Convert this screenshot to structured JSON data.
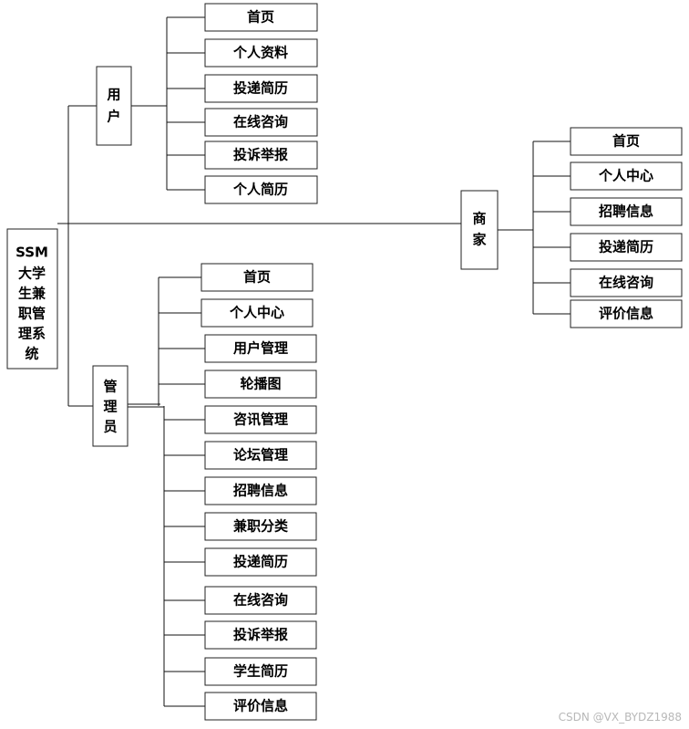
{
  "root": {
    "label_lines": [
      "SSM",
      "大学",
      "生兼",
      "职管",
      "理系",
      "统"
    ]
  },
  "user": {
    "label_lines": [
      "用",
      "户"
    ],
    "items": [
      "首页",
      "个人资料",
      "投递简历",
      "在线咨询",
      "投诉举报",
      "个人简历"
    ]
  },
  "merchant": {
    "label_lines": [
      "商",
      "家"
    ],
    "items": [
      "首页",
      "个人中心",
      "招聘信息",
      "投递简历",
      "在线咨询",
      "评价信息"
    ]
  },
  "admin": {
    "label_lines": [
      "管",
      "理",
      "员"
    ],
    "items": [
      "首页",
      "个人中心",
      "用户管理",
      "轮播图",
      "咨讯管理",
      "论坛管理",
      "招聘信息",
      "兼职分类",
      "投递简历",
      "在线咨询",
      "投诉举报",
      "学生简历",
      "评价信息"
    ]
  },
  "watermark": "CSDN @VX_BYDZ1988"
}
